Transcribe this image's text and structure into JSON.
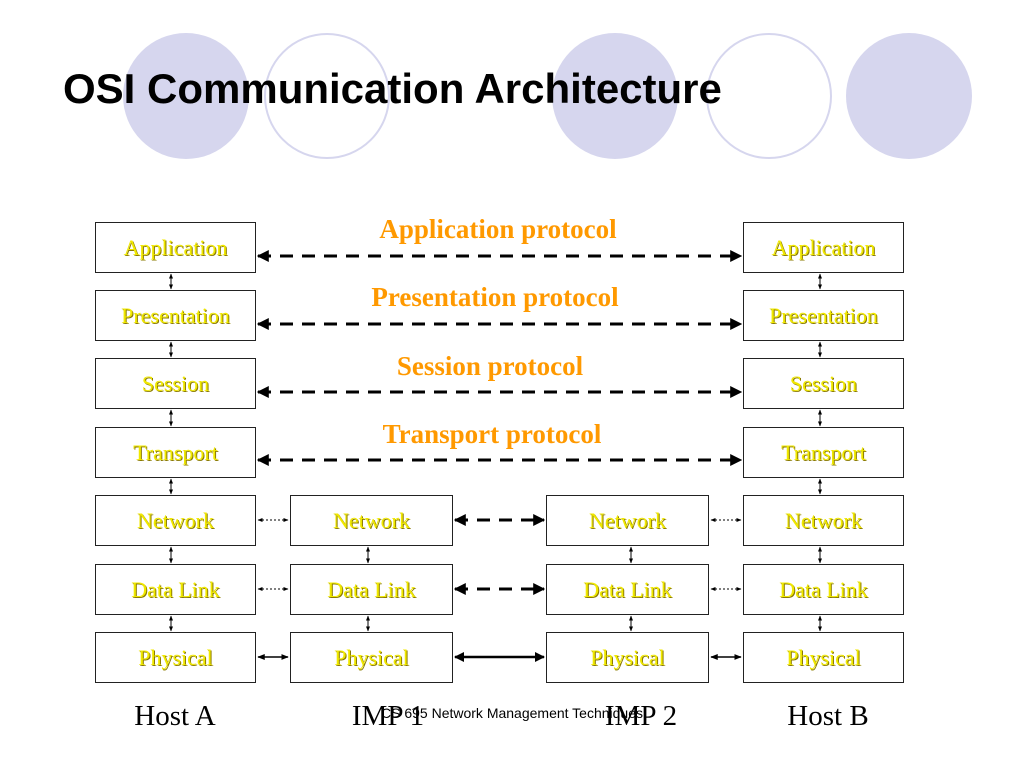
{
  "slide": {
    "title": "OSI Communication Architecture",
    "footer": "CS 695 Network Management Techniques"
  },
  "layers": {
    "host_a": [
      "Application",
      "Presentation",
      "Session",
      "Transport",
      "Network",
      "Data Link",
      "Physical"
    ],
    "imp_1": [
      "Network",
      "Data Link",
      "Physical"
    ],
    "imp_2": [
      "Network",
      "Data Link",
      "Physical"
    ],
    "host_b": [
      "Application",
      "Presentation",
      "Session",
      "Transport",
      "Network",
      "Data Link",
      "Physical"
    ]
  },
  "protocols": [
    "Application protocol",
    "Presentation protocol",
    "Session protocol",
    "Transport protocol"
  ],
  "nodes": [
    "Host A",
    "IMP 1",
    "IMP 2",
    "Host B"
  ],
  "colors": {
    "layer_text": "#f0e800",
    "protocol_text": "#ff9900",
    "decor_circle": "#d6d6ee"
  }
}
